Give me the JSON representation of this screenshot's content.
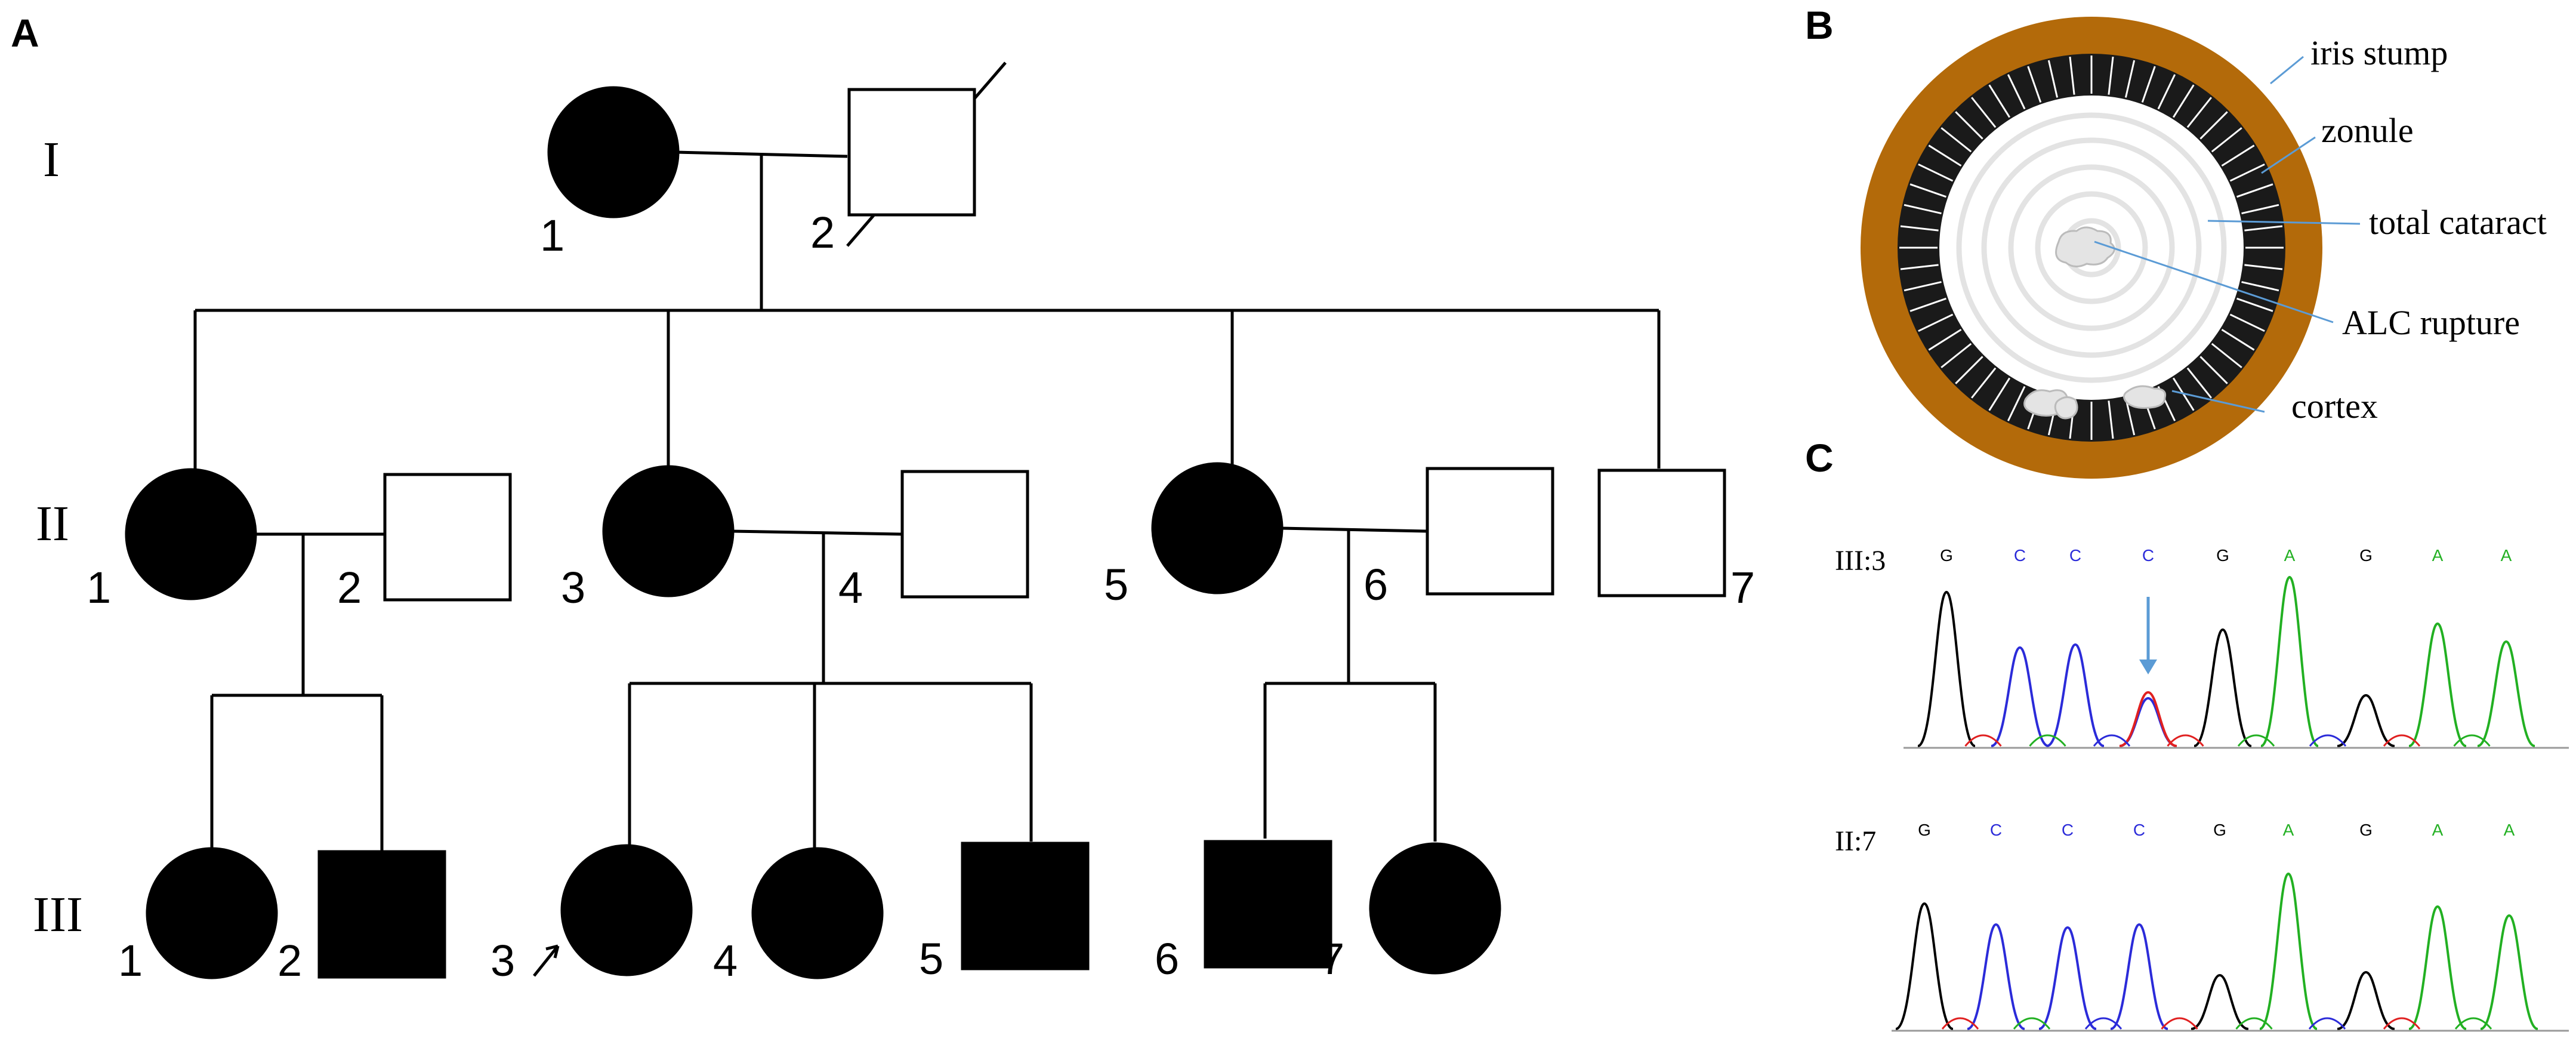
{
  "panels": {
    "A": "A",
    "B": "B",
    "C": "C"
  },
  "pedigree": {
    "generations": [
      "I",
      "II",
      "III"
    ],
    "individuals": [
      {
        "id": "I-1",
        "label": "1",
        "sex": "female",
        "affected": true,
        "deceased": false,
        "proband": false
      },
      {
        "id": "I-2",
        "label": "2",
        "sex": "male",
        "affected": false,
        "deceased": true,
        "proband": false
      },
      {
        "id": "II-1",
        "label": "1",
        "sex": "female",
        "affected": true,
        "deceased": false,
        "proband": false
      },
      {
        "id": "II-2",
        "label": "2",
        "sex": "male",
        "affected": false,
        "deceased": false,
        "proband": false
      },
      {
        "id": "II-3",
        "label": "3",
        "sex": "female",
        "affected": true,
        "deceased": false,
        "proband": false
      },
      {
        "id": "II-4",
        "label": "4",
        "sex": "male",
        "affected": false,
        "deceased": false,
        "proband": false
      },
      {
        "id": "II-5",
        "label": "5",
        "sex": "female",
        "affected": true,
        "deceased": false,
        "proband": false
      },
      {
        "id": "II-6",
        "label": "6",
        "sex": "male",
        "affected": false,
        "deceased": false,
        "proband": false
      },
      {
        "id": "II-7",
        "label": "7",
        "sex": "male",
        "affected": false,
        "deceased": false,
        "proband": false
      },
      {
        "id": "III-1",
        "label": "1",
        "sex": "female",
        "affected": true,
        "deceased": false,
        "proband": false
      },
      {
        "id": "III-2",
        "label": "2",
        "sex": "male",
        "affected": true,
        "deceased": false,
        "proband": false
      },
      {
        "id": "III-3",
        "label": "3",
        "sex": "female",
        "affected": true,
        "deceased": false,
        "proband": true
      },
      {
        "id": "III-4",
        "label": "4",
        "sex": "female",
        "affected": true,
        "deceased": false,
        "proband": false
      },
      {
        "id": "III-5",
        "label": "5",
        "sex": "male",
        "affected": true,
        "deceased": false,
        "proband": false
      },
      {
        "id": "III-6",
        "label": "6",
        "sex": "male",
        "affected": true,
        "deceased": false,
        "proband": false
      },
      {
        "id": "III-7",
        "label": "7",
        "sex": "female",
        "affected": true,
        "deceased": false,
        "proband": false
      }
    ]
  },
  "eye_diagram": {
    "labels": {
      "iris_stump": "iris stump",
      "zonule": "zonule",
      "total_cataract": "total cataract",
      "alc_rupture": "ALC rupture",
      "cortex": "cortex"
    },
    "colors": {
      "iris": "#b36a0a",
      "zonule_ring": "#1a1a1a",
      "callout": "#5b9bd5",
      "lens_rings": "#e3e3e3"
    }
  },
  "sequencing": {
    "base_colors": {
      "G": "#000000",
      "C": "#2b2bd9",
      "A": "#22b022",
      "T": "#e02020"
    },
    "traces": [
      {
        "name": "III:3",
        "bases": [
          "G",
          "C",
          "C",
          "C",
          "G",
          "A",
          "G",
          "A",
          "A"
        ]
      },
      {
        "name": "II:7",
        "bases": [
          "G",
          "C",
          "C",
          "C",
          "G",
          "A",
          "G",
          "A",
          "A"
        ]
      }
    ]
  }
}
